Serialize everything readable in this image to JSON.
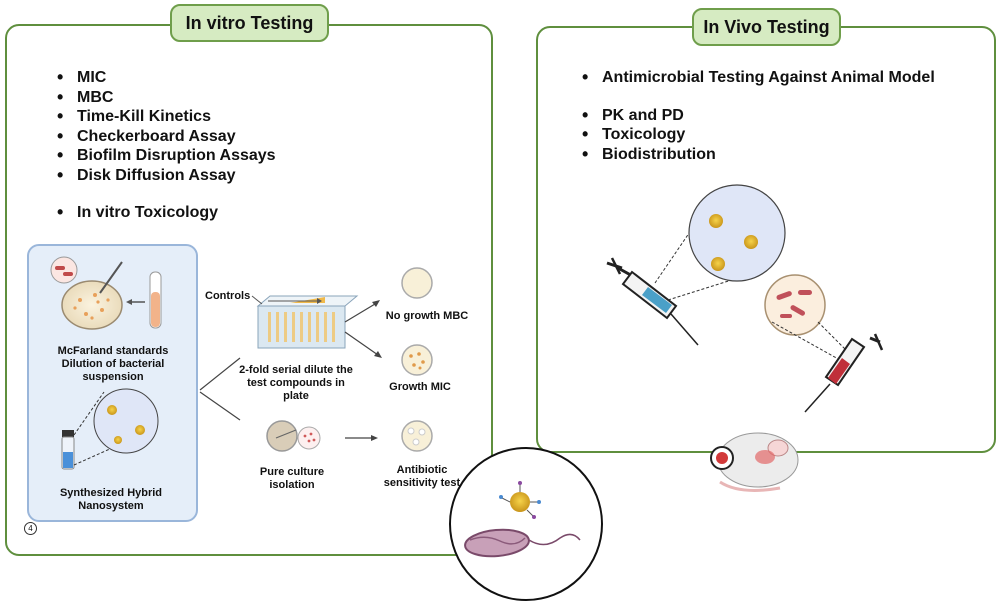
{
  "in_vitro": {
    "title": "In vitro Testing",
    "bullets": [
      "MIC",
      "MBC",
      "Time-Kill Kinetics",
      "Checkerboard Assay",
      "Biofilm Disruption Assays",
      "Disk Diffusion Assay",
      "In vitro Toxicology"
    ],
    "labels": {
      "mcfarland": "McFarland standards Dilution of bacterial suspension",
      "synthesized": "Synthesized Hybrid Nanosystem",
      "controls": "Controls",
      "serial_dilute": "2-fold serial dilute the test compounds in plate",
      "no_growth": "No growth MBC",
      "growth": "Growth MIC",
      "pure_culture": "Pure culture isolation",
      "antibiotic": "Antibiotic sensitivity test",
      "index": "4"
    }
  },
  "in_vivo": {
    "title": "In Vivo Testing",
    "bullets": [
      "Antimicrobial Testing Against Animal Model",
      "PK and PD",
      "Toxicology",
      "Biodistribution"
    ]
  },
  "colors": {
    "panel_border": "#5f8f3e",
    "tab_fill": "#d6ebc2",
    "inner_box": "#e5eef9"
  }
}
